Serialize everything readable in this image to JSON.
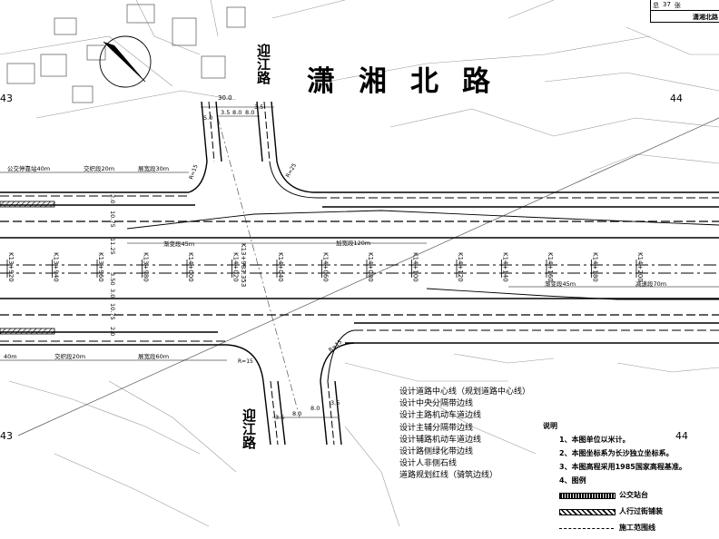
{
  "road_names": {
    "main_road": "潇湘北路",
    "cross_road_top": "迎江路",
    "cross_road_bottom": "迎江路"
  },
  "grid_marks": {
    "left_top": "43",
    "right_top": "44",
    "left_bottom": "43",
    "right_bottom": "44"
  },
  "title_block": {
    "sheet_label": "总",
    "sheet_number": "37",
    "sheet_unit": "张",
    "drawing_name": "潇湘北路"
  },
  "stations": [
    "K13+920",
    "K13+940",
    "K13+960",
    "K13+980",
    "K14+000",
    "K14+020",
    "K14+040",
    "K14+060",
    "K14+080",
    "K14+100",
    "K14+120",
    "K14+140",
    "K14+160",
    "K14+180",
    "K14+200"
  ],
  "center_station": "K13+983.353",
  "segment_labels": {
    "bus_bay_top": "公交停靠站40m",
    "transition_20_top": "交织段20m",
    "widen_30": "展宽段30m",
    "taper_45_left": "渐变段45m",
    "widen_120": "加宽段120m",
    "taper_45_right": "渐变段45m",
    "reduce_70": "减速段70m",
    "bus_bay_bottom": "40m",
    "transition_20_bottom": "交织段20m",
    "widen_60": "展宽段60m"
  },
  "widths_left": [
    "2.0",
    "10.75",
    "11.25",
    "3.50",
    "3.0",
    "10.75",
    "2.0"
  ],
  "width_labels_top": [
    "30.0",
    "3.5",
    "8.0",
    "8.0",
    "3.5"
  ],
  "width_labels_bottom": [
    "3.5",
    "8.0",
    "8.0",
    "3.5"
  ],
  "widths_label_50": "5.0",
  "radius_labels": [
    "R=15",
    "R=25",
    "R=15",
    "R=15"
  ],
  "legend_lines": [
    "设计道路中心线（规划道路中心线）",
    "设计中央分隔带边线",
    "设计主路机动车道边线",
    "设计主辅分隔带边线",
    "设计辅路机动车道边线",
    "设计路侧绿化带边线",
    "设计人非侧石线",
    "道路规划红线（骑筑边线）"
  ],
  "notes": {
    "title": "说明",
    "items": [
      "1、本图单位以米计。",
      "2、本图坐标系为长沙独立坐标系。",
      "3、本图高程采用1985国家高程基准。",
      "4、图例"
    ]
  },
  "legend_symbols": [
    {
      "label": "公交站台",
      "pattern": "dense"
    },
    {
      "label": "人行过街铺装",
      "pattern": "hatch"
    },
    {
      "label": "施工范围线",
      "pattern": "dash"
    }
  ]
}
